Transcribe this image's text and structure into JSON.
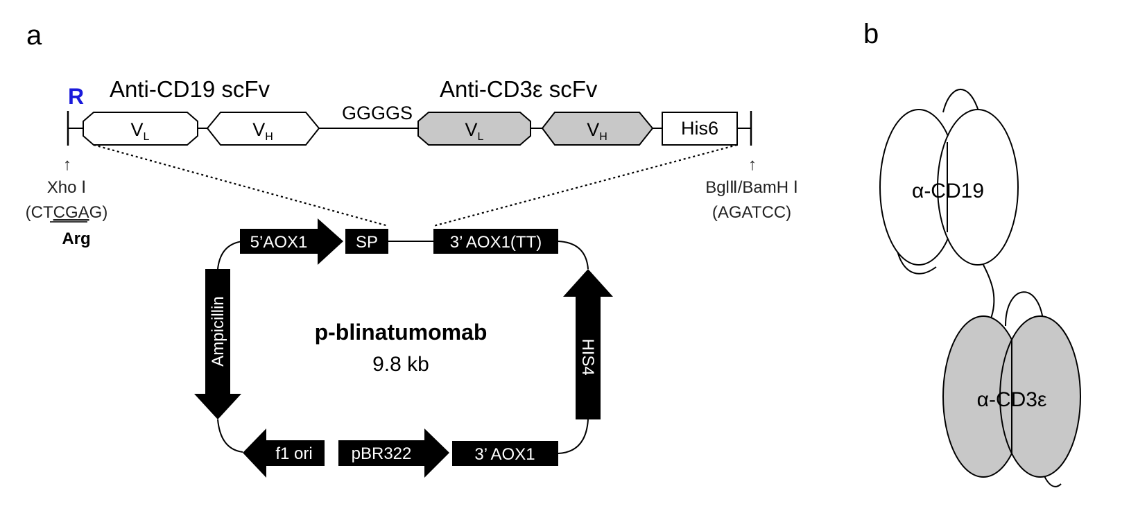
{
  "panels": {
    "a": "a",
    "b": "b"
  },
  "colors": {
    "r_marker": "#1a1adb",
    "shaded_domain": "#c8c8c8",
    "black_feature": "#000000"
  },
  "construct": {
    "r_marker": "R",
    "anti_cd19_title": "Anti-CD19 scFv",
    "anti_cd3_title": "Anti-CD3ε scFv",
    "linker": "GGGGS",
    "vl": "V",
    "vl_sub": "L",
    "vh": "V",
    "vh_sub": "H",
    "his_tag": "His6"
  },
  "sites": {
    "left_arrow": "↑",
    "left_enzyme": "Xho Ⅰ",
    "left_seq_prefix": "(CT",
    "left_seq_codon": "CGA",
    "left_seq_suffix": "G)",
    "left_aa": "Arg",
    "right_arrow": "↑",
    "right_enzyme": "BglⅡ/BamH Ⅰ",
    "right_seq": "(AGATCC)"
  },
  "plasmid": {
    "name": "p-blinatumomab",
    "size": "9.8 kb",
    "features": {
      "aox5": "5’AOX1",
      "sp": "SP",
      "aox3tt": "3’ AOX1(TT)",
      "his4": "HIS4",
      "aox3": "3’ AOX1",
      "pbr322": "pBR322",
      "f1ori": "f1 ori",
      "ampicillin": "Ampicillin"
    }
  },
  "molecule": {
    "cd19": "α-CD19",
    "cd3": "α-CD3ε"
  }
}
